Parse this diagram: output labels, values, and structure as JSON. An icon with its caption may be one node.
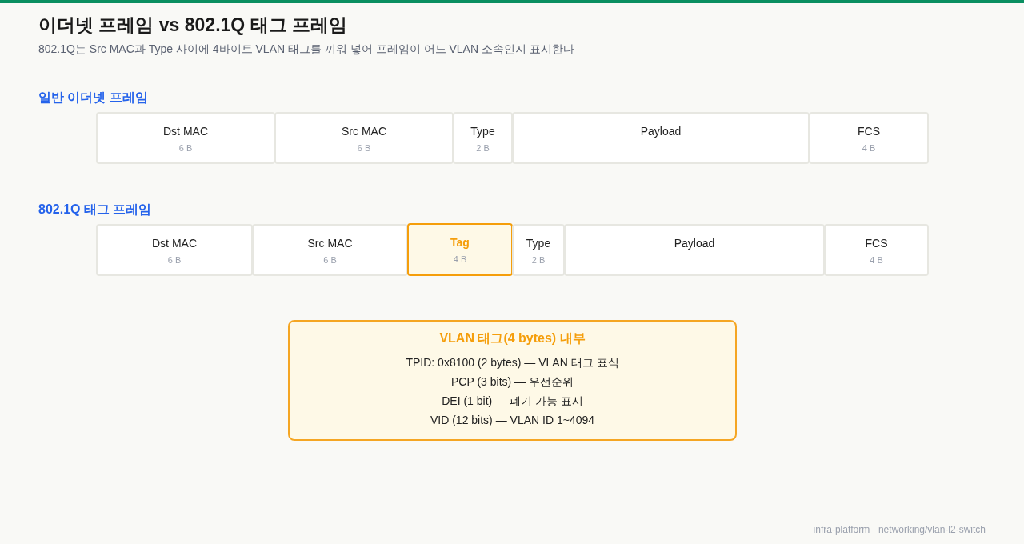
{
  "diagram": {
    "title": "이더넷 프레임 vs 802.1Q 태그 프레임",
    "nodes": [
      {
        "text": [
          "Dst MAC",
          "6 B"
        ]
      },
      {
        "text": [
          "Src MAC",
          "6 B"
        ]
      },
      {
        "text": [
          "Type",
          "2 B"
        ]
      },
      {
        "text": [
          "Payload"
        ]
      },
      {
        "text": [
          "FCS",
          "4 B"
        ]
      },
      {
        "text": [
          "Dst MAC",
          "6 B"
        ]
      },
      {
        "text": [
          "Src MAC",
          "6 B"
        ]
      },
      {
        "text": [
          "Tag",
          "4 B"
        ]
      },
      {
        "text": [
          "Type",
          "2 B"
        ]
      },
      {
        "text": [
          "Payload"
        ]
      },
      {
        "text": [
          "FCS",
          "4 B"
        ]
      },
      {
        "text": [
          "VLAN 태그(4 bytes) 내부",
          "TPID: 0x8100 (2 bytes) — VLAN 태그 표식",
          "PCP (3 bits) — 우선순위",
          "DEI (1 bit) — 폐기 가능 표시",
          "VID (12 bits) — VLAN ID 1~4094"
        ]
      }
    ],
    "labels": [
      "802.1Q는 Src MAC과 Type 사이에 4바이트 VLAN 태그를 끼워 넣어 프레임이 어느 VLAN 소속인지 표시한다",
      "일반 이더넷 프레임",
      "802.1Q 태그 프레임",
      "infra-platform · networking/vlan-l2-switch"
    ]
  }
}
